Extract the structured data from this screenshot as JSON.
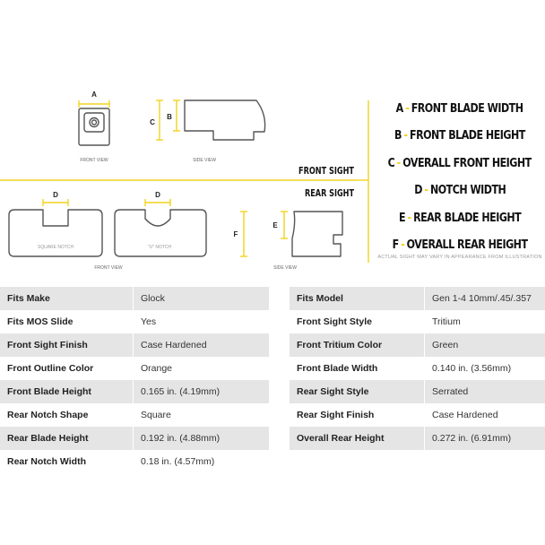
{
  "diagram": {
    "front_view_label": "FRONT VIEW",
    "side_view_label": "SIDE VIEW",
    "front_sight_label": "FRONT SIGHT",
    "rear_sight_label": "REAR SIGHT",
    "square_notch_label": "SQUARE NOTCH",
    "u_notch_label": "\"U\" NOTCH",
    "rear_front_view_label": "FRONT VIEW",
    "rear_side_view_label": "SIDE VIEW",
    "letters": {
      "a": "A",
      "b": "B",
      "c": "C",
      "d1": "D",
      "d2": "D",
      "e": "E",
      "f": "F"
    },
    "accent_color": "#f2d21e",
    "outline_color": "#555555"
  },
  "legend": [
    {
      "letter": "A",
      "text": "FRONT BLADE WIDTH"
    },
    {
      "letter": "B",
      "text": "FRONT BLADE HEIGHT"
    },
    {
      "letter": "C",
      "text": "OVERALL FRONT HEIGHT"
    },
    {
      "letter": "D",
      "text": "NOTCH WIDTH"
    },
    {
      "letter": "E",
      "text": "REAR BLADE HEIGHT"
    },
    {
      "letter": "F",
      "text": "OVERALL REAR HEIGHT"
    }
  ],
  "legend_separator": "-",
  "disclaimer": "ACTUAL SIGHT MAY VARY IN APPEARANCE FROM ILLUSTRATION",
  "specs_left": [
    {
      "key": "Fits Make",
      "value": "Glock"
    },
    {
      "key": "Fits MOS Slide",
      "value": "Yes"
    },
    {
      "key": "Front Sight Finish",
      "value": "Case Hardened"
    },
    {
      "key": "Front Outline Color",
      "value": "Orange"
    },
    {
      "key": "Front Blade Height",
      "value": "0.165 in. (4.19mm)"
    },
    {
      "key": "Rear Notch Shape",
      "value": "Square"
    },
    {
      "key": "Rear Blade Height",
      "value": "0.192 in. (4.88mm)"
    },
    {
      "key": "Rear Notch Width",
      "value": "0.18 in. (4.57mm)"
    }
  ],
  "specs_right": [
    {
      "key": "Fits Model",
      "value": "Gen 1-4 10mm/.45/.357"
    },
    {
      "key": "Front Sight Style",
      "value": "Tritium"
    },
    {
      "key": "Front Tritium Color",
      "value": "Green"
    },
    {
      "key": "Front Blade Width",
      "value": "0.140 in. (3.56mm)"
    },
    {
      "key": "Rear Sight Style",
      "value": "Serrated"
    },
    {
      "key": "Rear Sight Finish",
      "value": "Case Hardened"
    },
    {
      "key": "Overall Rear Height",
      "value": "0.272 in. (6.91mm)"
    }
  ]
}
